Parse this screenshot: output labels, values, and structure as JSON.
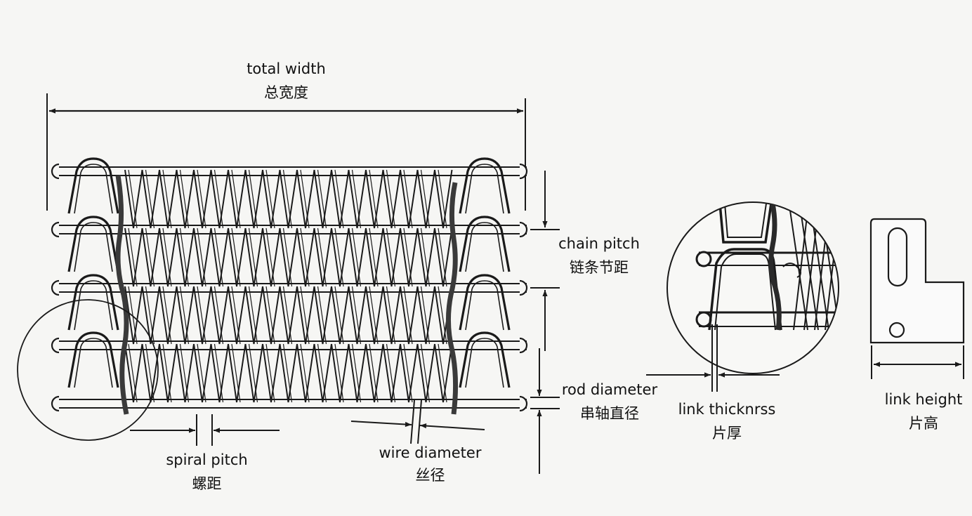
{
  "labels": {
    "total_width": {
      "en": "total width",
      "cn": "总宽度"
    },
    "chain_pitch": {
      "en": "chain pitch",
      "cn": "链条节距"
    },
    "rod_diameter": {
      "en": "rod diameter",
      "cn": "串轴直径"
    },
    "spiral_pitch": {
      "en": "spiral pitch",
      "cn": "螺距"
    },
    "wire_diameter": {
      "en": "wire diameter",
      "cn": "丝径"
    },
    "link_thickness": {
      "en": "link thicknrss",
      "cn": "片厚"
    },
    "link_height": {
      "en": "link height",
      "cn": "片高"
    }
  },
  "colors": {
    "ink": "#1a1a1a",
    "paper": "#f6f6f4",
    "dark_link": "#3a3a3a"
  }
}
